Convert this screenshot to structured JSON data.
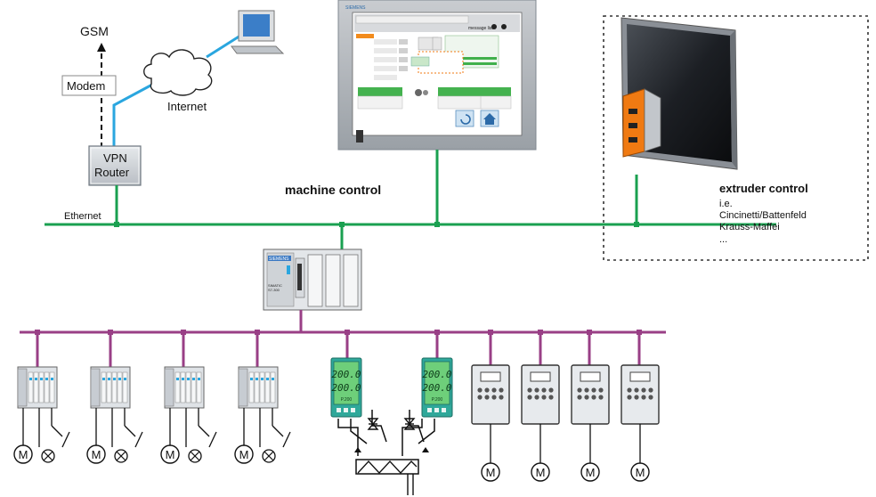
{
  "labels": {
    "gsm": "GSM",
    "modem": "Modem",
    "internet": "Internet",
    "vpn_router_line1": "VPN",
    "vpn_router_line2": "Router",
    "ethernet": "Ethernet",
    "machine_control": "machine control",
    "extruder": {
      "title": "extruder control",
      "lines": [
        "i.e.",
        "Cincinetti/Battenfeld",
        "Krauss-Maffei",
        "..."
      ]
    },
    "plc_brand": "SIEMENS",
    "plc_model_line1": "SIMATIC",
    "plc_model_line2": "S7-300",
    "hmi_brand": "SIEMENS",
    "hmi_message_list": "message list",
    "controller_value_top": "200.0",
    "controller_value_bottom": "200.0",
    "controller_tag": "P.200",
    "motor_symbol": "M"
  },
  "colors": {
    "ethernet_bus": "#1aa050",
    "field_bus": "#993f86",
    "internet_link": "#2aa6df",
    "dashed_link": "#111111",
    "plc_body": "#d9dde1",
    "extruder_accent": "#f07a12",
    "display_screen": "#6ecf7a"
  },
  "icons": {
    "cloud": "cloud-icon",
    "laptop": "laptop-icon",
    "router": "router-icon",
    "motor": "motor-icon",
    "lamp": "lamp-icon",
    "switch": "switch-icon",
    "valve": "valve-icon",
    "heater": "heater-icon"
  }
}
